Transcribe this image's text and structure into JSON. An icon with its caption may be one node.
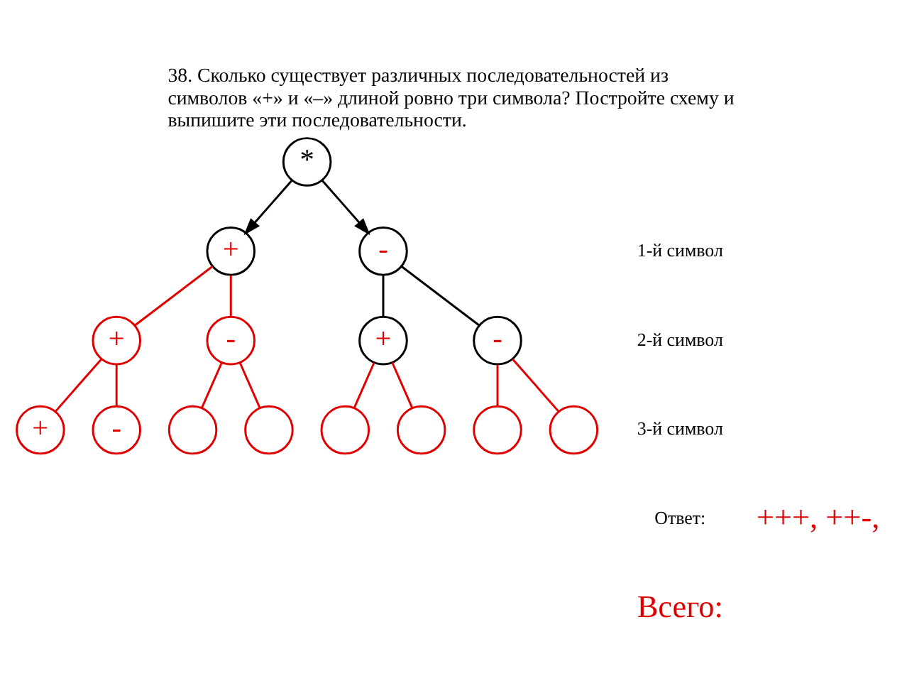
{
  "diagram": {
    "title": "38. Сколько существует различных последовательностей из символов «+» и «–» длиной ровно три символа? Постройте схему и выпишите эти последовательности.",
    "nodes": [
      {
        "text": [
          "*"
        ]
      },
      {
        "text": [
          "+"
        ]
      },
      {
        "text": [
          "-"
        ]
      },
      {
        "text": [
          "+"
        ]
      },
      {
        "text": [
          "-"
        ]
      },
      {
        "text": [
          "+"
        ]
      },
      {
        "text": [
          "-"
        ]
      },
      {
        "text": [
          "+"
        ]
      },
      {
        "text": [
          "-"
        ]
      },
      {
        "text": [],
        "shape": "circle"
      },
      {
        "text": [],
        "shape": "circle"
      },
      {
        "text": [],
        "shape": "circle"
      },
      {
        "text": [],
        "shape": "circle"
      },
      {
        "text": [],
        "shape": "circle"
      },
      {
        "text": [],
        "shape": "circle"
      }
    ],
    "edges": [
      {
        "from": 0,
        "to": 1,
        "arrow": "to",
        "color": "#000000"
      },
      {
        "from": 0,
        "to": 2,
        "arrow": "to",
        "color": "#000000"
      },
      {
        "from": 1,
        "to": 3,
        "arrow": "none"
      },
      {
        "from": 1,
        "to": 4,
        "arrow": "none"
      },
      {
        "from": 2,
        "to": 5,
        "arrow": "none",
        "color": "#000000"
      },
      {
        "from": 2,
        "to": 6,
        "arrow": "none",
        "color": "#000000"
      },
      {
        "from": 3,
        "to": 7,
        "arrow": "none"
      },
      {
        "from": 3,
        "to": 8,
        "arrow": "none"
      },
      {
        "from": 4,
        "to": 9,
        "arrow": "none"
      },
      {
        "from": 4,
        "to": 10,
        "arrow": "none"
      },
      {
        "from": 5,
        "to": 11,
        "arrow": "none"
      },
      {
        "from": 5,
        "to": 12,
        "arrow": "none"
      },
      {
        "from": 6,
        "to": 13,
        "arrow": "none"
      },
      {
        "from": 6,
        "to": 14,
        "arrow": "none"
      }
    ],
    "labels": [
      "1-й символ",
      "2-й символ",
      "3-й символ",
      "Ответ:",
      "+++, ++-,",
      "Всего:"
    ]
  }
}
